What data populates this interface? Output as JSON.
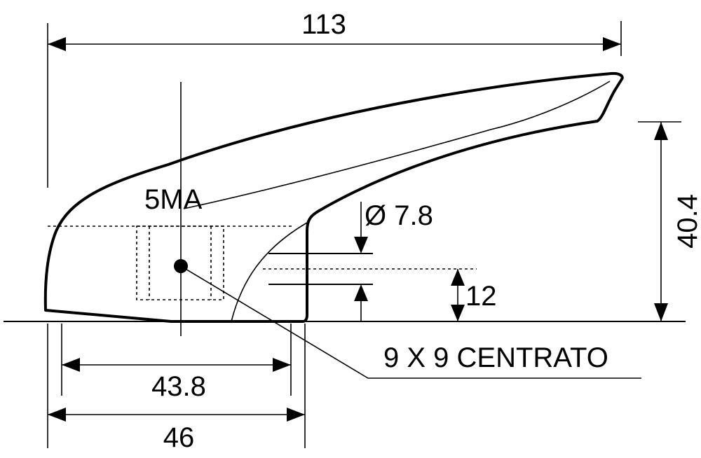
{
  "dimensions": {
    "overall_length": "113",
    "height": "40.4",
    "hole_diameter": "Ø 7.8",
    "axis_height": "12",
    "inner_length": "43.8",
    "base_length": "46"
  },
  "labels": {
    "model": "5MA",
    "square_socket": "9 X 9 CENTRATO"
  }
}
